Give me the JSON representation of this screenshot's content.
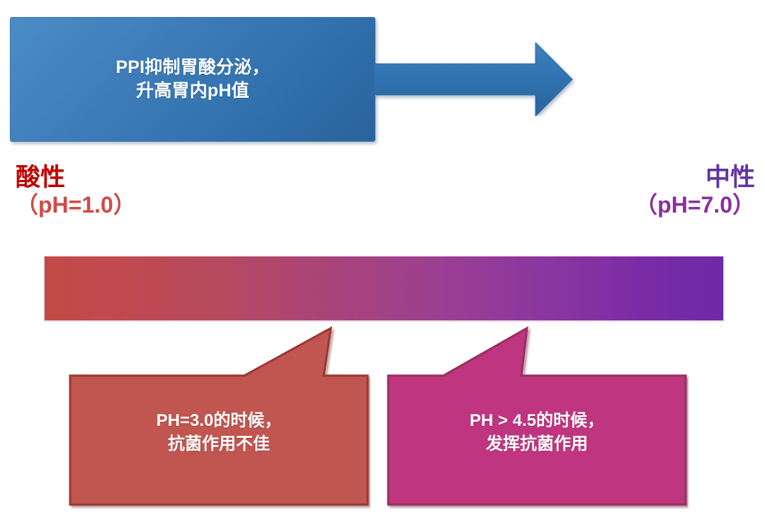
{
  "banner": {
    "line1": "PPI抑制胃酸分泌，",
    "line2": "升高胃内pH值",
    "arrow_icon": "right-arrow-icon",
    "fill_color": "#3d7cb8"
  },
  "ph_scale": {
    "acidic": {
      "name": "酸性",
      "value": "（pH=1.0）",
      "color": "#c00000"
    },
    "neutral": {
      "name": "中性",
      "value": "（pH=7.0）",
      "color": "#6b2fa0"
    },
    "gradient": {
      "from_color": "#c24a46",
      "to_color": "#6f28a6",
      "from_ph": 1.0,
      "to_ph": 7.0
    }
  },
  "callouts": [
    {
      "id": "low-ph",
      "line1": "PH=3.0的时候，",
      "line2": "抗菌作用不佳",
      "fill_color": "#c15450",
      "stroke_color": "#9c3833",
      "pointer_icon": "callout-pointer-icon"
    },
    {
      "id": "high-ph",
      "line1": "PH > 4.5的时候，",
      "line2": "发挥抗菌作用",
      "fill_color": "#bf3480",
      "stroke_color": "#96305b",
      "pointer_icon": "callout-pointer-icon"
    }
  ]
}
